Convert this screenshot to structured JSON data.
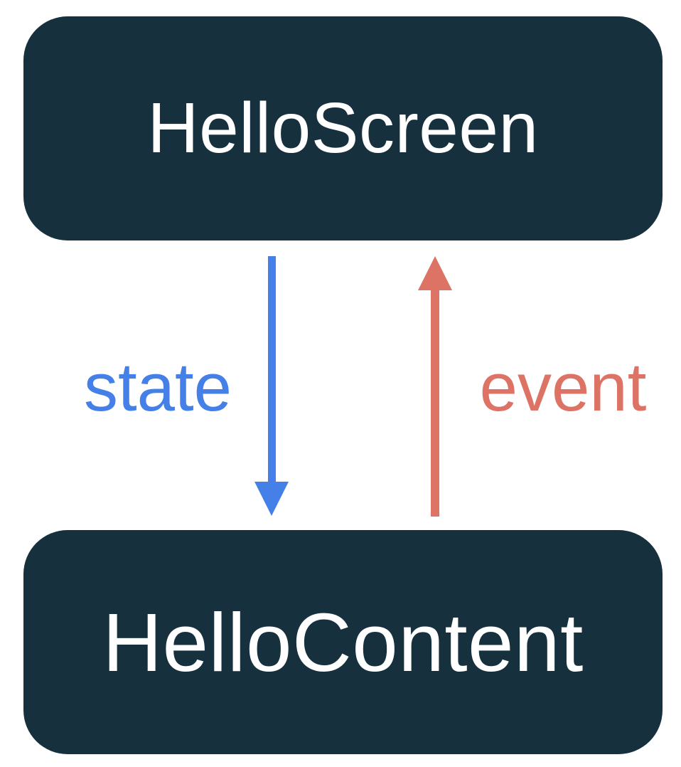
{
  "colors": {
    "background": "#ffffff",
    "node_fill": "#16303e",
    "node_text": "#ffffff",
    "state_blue": "#4580e8",
    "event_red": "#dd7365"
  },
  "nodes": {
    "top": {
      "label": "HelloScreen"
    },
    "bottom": {
      "label": "HelloContent"
    }
  },
  "arrows": {
    "state": {
      "label": "state",
      "direction": "down",
      "from": "HelloScreen",
      "to": "HelloContent"
    },
    "event": {
      "label": "event",
      "direction": "up",
      "from": "HelloContent",
      "to": "HelloScreen"
    }
  }
}
